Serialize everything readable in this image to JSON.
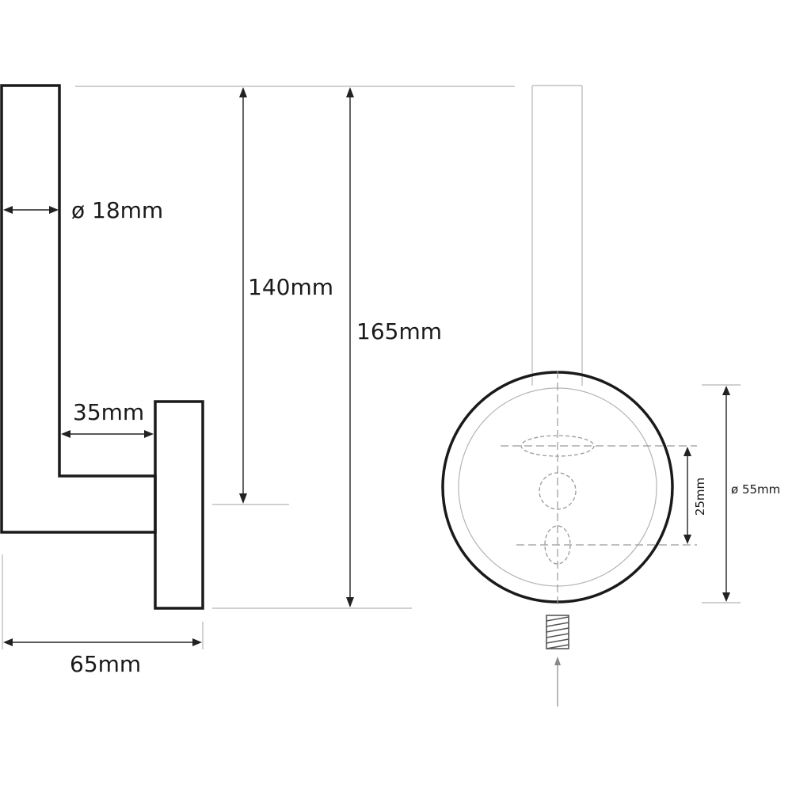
{
  "side_view": {
    "rod_diameter": "ø 18mm",
    "height_arm": "140mm",
    "height_total": "165mm",
    "arm_offset": "35mm",
    "depth_total": "65mm"
  },
  "front_view": {
    "hole_spacing": "25mm",
    "rosette_diameter": "ø 55mm"
  }
}
